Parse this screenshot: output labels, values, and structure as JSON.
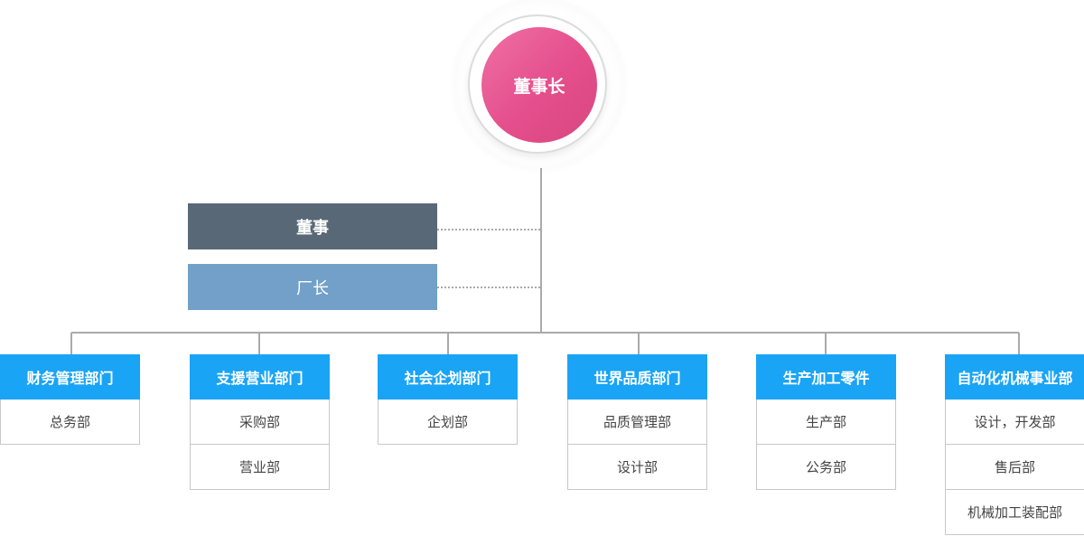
{
  "chairman": {
    "label": "董事长"
  },
  "ranks": {
    "director": "董事",
    "factory_manager": "厂长"
  },
  "colors": {
    "chairman": "#e44e8c",
    "director": "#586876",
    "factory_manager": "#72a0c8",
    "department": "#1aa4f5"
  },
  "departments": [
    {
      "name": "财务管理部门",
      "units": [
        "总务部"
      ]
    },
    {
      "name": "支援营业部门",
      "units": [
        "采购部",
        "营业部"
      ]
    },
    {
      "name": "社会企划部门",
      "units": [
        "企划部"
      ]
    },
    {
      "name": "世界品质部门",
      "units": [
        "品质管理部",
        "设计部"
      ]
    },
    {
      "name": "生产加工零件",
      "units": [
        "生产部",
        "公务部"
      ]
    },
    {
      "name": "自动化机械事业部",
      "units": [
        "设计，开发部",
        "售后部",
        "机械加工装配部"
      ]
    }
  ]
}
